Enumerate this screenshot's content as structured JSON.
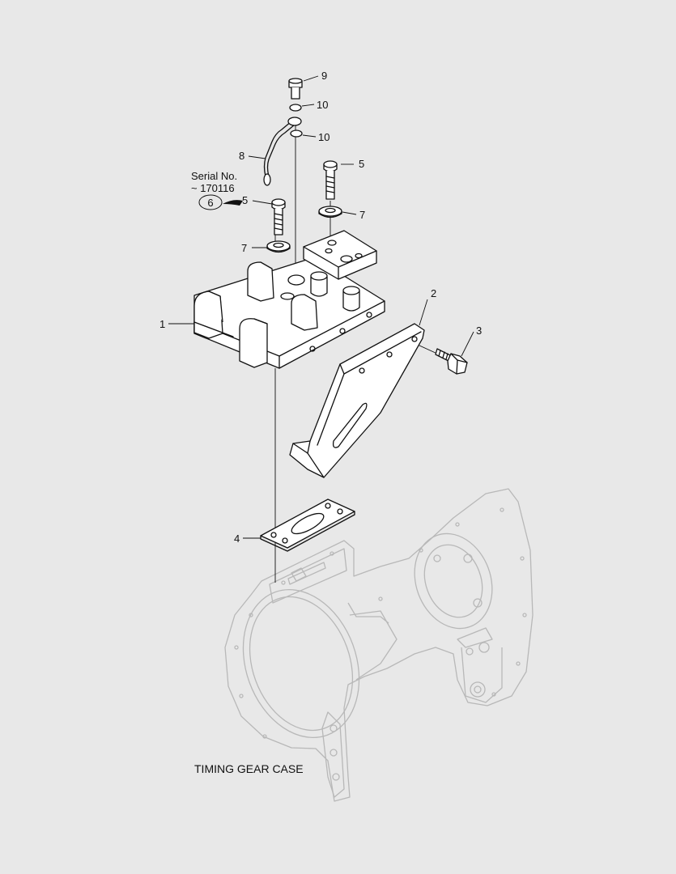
{
  "diagram": {
    "caption": "TIMING GEAR CASE",
    "serial_note": {
      "line1": "Serial No.",
      "line2": "~ 170116"
    },
    "callouts": {
      "p1": "1",
      "p2": "2",
      "p3": "3",
      "p4": "4",
      "p5a": "5",
      "p5b": "5",
      "p6": "6",
      "p7a": "7",
      "p7b": "7",
      "p8": "8",
      "p9": "9",
      "p10a": "10",
      "p10b": "10"
    }
  }
}
